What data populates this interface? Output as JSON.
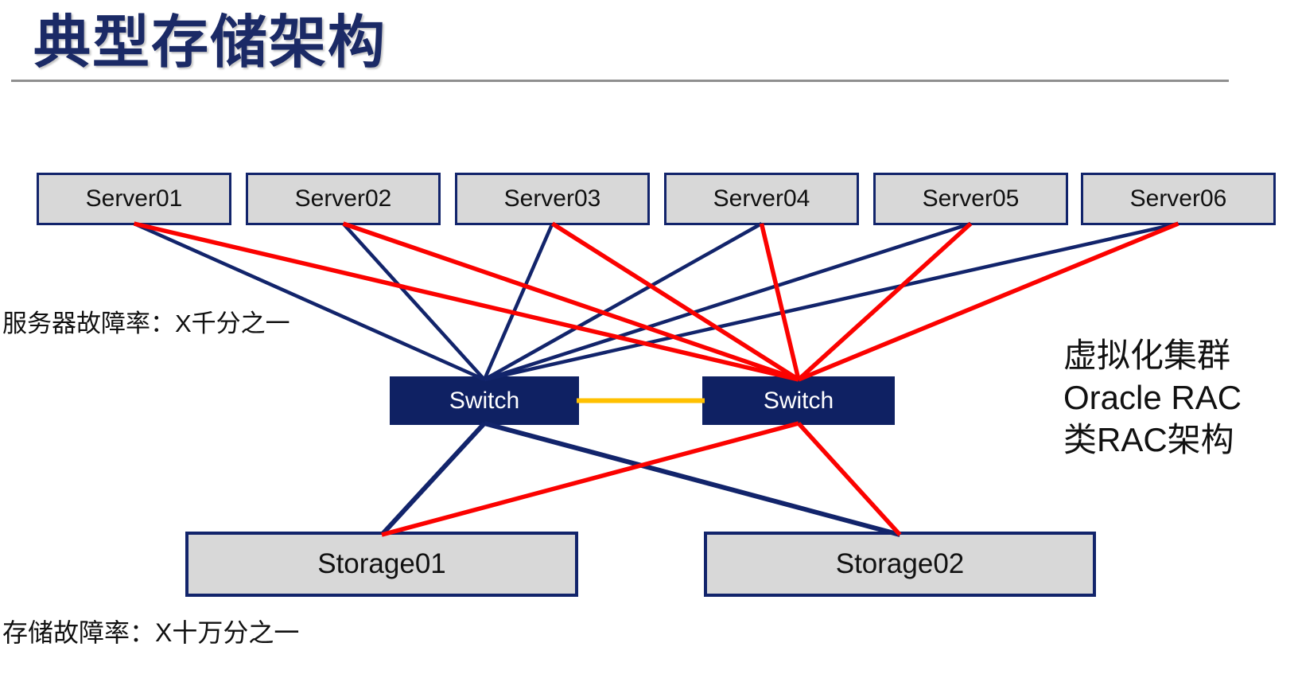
{
  "title": "典型存储架构",
  "annotations": {
    "server_failure_rate": "服务器故障率：X千分之一",
    "storage_failure_rate": "存储故障率：X十万分之一",
    "right_note_lines": {
      "line1": "虚拟化集群",
      "line2": "Oracle RAC",
      "line3": "类RAC架构"
    }
  },
  "colors": {
    "navy": "#12246b",
    "red": "#fb0200",
    "yellow": "#ffc000",
    "box_fill": "#d8d8d8",
    "switch_fill": "#0f2163",
    "title_text": "#1b2a66",
    "rule_gray": "#8f8f8f"
  },
  "nodes": {
    "servers": [
      {
        "id": "server01",
        "label": "Server01"
      },
      {
        "id": "server02",
        "label": "Server02"
      },
      {
        "id": "server03",
        "label": "Server03"
      },
      {
        "id": "server04",
        "label": "Server04"
      },
      {
        "id": "server05",
        "label": "Server05"
      },
      {
        "id": "server06",
        "label": "Server06"
      }
    ],
    "switches": [
      {
        "id": "switch1",
        "label": "Switch"
      },
      {
        "id": "switch2",
        "label": "Switch"
      }
    ],
    "storages": [
      {
        "id": "storage01",
        "label": "Storage01"
      },
      {
        "id": "storage02",
        "label": "Storage02"
      }
    ]
  },
  "edges": [
    {
      "from": "server01",
      "to": "switch1",
      "color": "navy",
      "fromAnchor": "bottom",
      "toAnchor": "top",
      "width": 4.5
    },
    {
      "from": "server02",
      "to": "switch1",
      "color": "navy",
      "fromAnchor": "bottom",
      "toAnchor": "top",
      "width": 4.5
    },
    {
      "from": "server03",
      "to": "switch1",
      "color": "navy",
      "fromAnchor": "bottom",
      "toAnchor": "top",
      "width": 4.5
    },
    {
      "from": "server04",
      "to": "switch1",
      "color": "navy",
      "fromAnchor": "bottom",
      "toAnchor": "top",
      "width": 4.5
    },
    {
      "from": "server05",
      "to": "switch1",
      "color": "navy",
      "fromAnchor": "bottom",
      "toAnchor": "top",
      "width": 4.5
    },
    {
      "from": "server06",
      "to": "switch1",
      "color": "navy",
      "fromAnchor": "bottom",
      "toAnchor": "top",
      "width": 4.5
    },
    {
      "from": "switch1",
      "to": "storage01",
      "color": "navy",
      "fromAnchor": "bottom",
      "toAnchor": "top",
      "width": 6
    },
    {
      "from": "switch1",
      "to": "storage02",
      "color": "navy",
      "fromAnchor": "bottom",
      "toAnchor": "top",
      "width": 6
    },
    {
      "from": "server01",
      "to": "switch2",
      "color": "red",
      "fromAnchor": "bottom",
      "toAnchor": "top",
      "width": 5.5
    },
    {
      "from": "server02",
      "to": "switch2",
      "color": "red",
      "fromAnchor": "bottom",
      "toAnchor": "top",
      "width": 5.5
    },
    {
      "from": "server03",
      "to": "switch2",
      "color": "red",
      "fromAnchor": "bottom",
      "toAnchor": "top",
      "width": 5.5
    },
    {
      "from": "server04",
      "to": "switch2",
      "color": "red",
      "fromAnchor": "bottom",
      "toAnchor": "top",
      "width": 5.5
    },
    {
      "from": "server05",
      "to": "switch2",
      "color": "red",
      "fromAnchor": "bottom",
      "toAnchor": "top",
      "width": 5.5
    },
    {
      "from": "server06",
      "to": "switch2",
      "color": "red",
      "fromAnchor": "bottom",
      "toAnchor": "top",
      "width": 5.5
    },
    {
      "from": "switch2",
      "to": "storage01",
      "color": "red",
      "fromAnchor": "bottom",
      "toAnchor": "top",
      "width": 5.5
    },
    {
      "from": "switch2",
      "to": "storage02",
      "color": "red",
      "fromAnchor": "bottom",
      "toAnchor": "top",
      "width": 5.5
    },
    {
      "from": "switch1",
      "to": "switch2",
      "color": "yellow",
      "fromAnchor": "right",
      "toAnchor": "left",
      "width": 6
    }
  ]
}
